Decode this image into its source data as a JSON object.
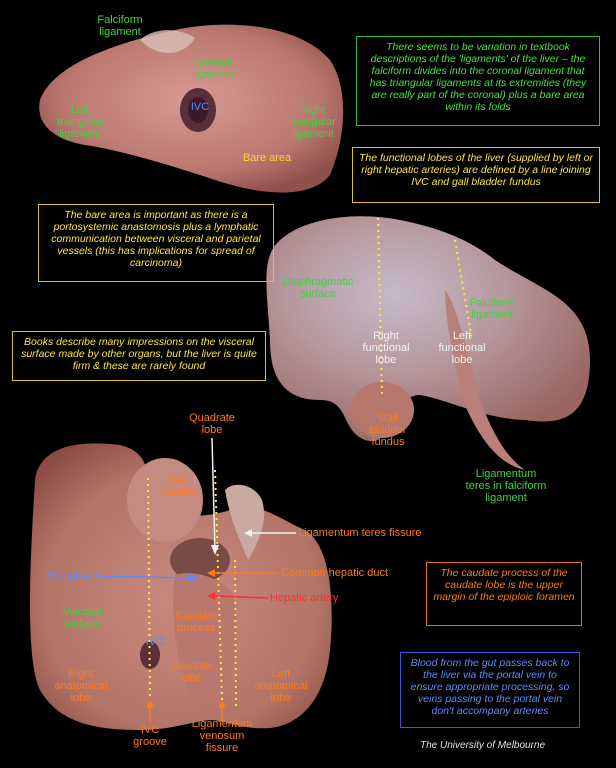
{
  "labels": {
    "falciform_top": "Falciform\nligament",
    "coronal": "Coronal\nligament",
    "ivc_top": "IVC",
    "left_triangular": "Left\ntriangular\nligament",
    "right_triangular": "Right\ntriangular\nligament",
    "bare_area": "Bare area",
    "diaphragmatic": "Diaphragmatic\nsurface",
    "right_functional": "Right\nfunctional\nlobe",
    "left_functional": "Left\nfunctional\nlobe",
    "falciform_mid": "Falciform\nligament",
    "gall_fundus": "Gall\nbladder\nfundus",
    "lig_teres_falciform": "Ligamentum\nteres in falciform\nligament",
    "quadrate": "Quadrate\nlobe",
    "gall_bladder": "Gall\nbladder",
    "lig_teres_fissure": "Ligamentum teres fissure",
    "portal_vein": "Portal vein",
    "common_hepatic": "Common hepatic duct",
    "hepatic_artery": "Hepatic artery",
    "visceral": "Visceral\nsurface",
    "caudate_process": "Caudate\nprocess",
    "ivc_bottom": "IVC",
    "caudate_lobe": "Caudate\nlobe",
    "right_anatomical": "Right\nanatomical\nlobe",
    "left_anatomical": "Left\nanatomical\nlobe",
    "ivc_groove": "IVC\ngroove",
    "lig_venosum": "Ligamentum\nvenosum\nfissure"
  },
  "notes": {
    "ligaments": "There seems to be variation in textbook descriptions of the 'ligaments' of the liver – the falciform divides into the coronal ligament that has triangular ligaments at its extremities (they are really part of the coronal) plus a bare area within its folds",
    "functional": "The functional lobes of the liver (supplied by left or right hepatic arteries) are defined by a line joining IVC and gall bladder fundus",
    "bare_area": "The bare area is important as there is a portosystemic anastomosis plus a lymphatic communication between visceral and parietal vessels (this has implications for spread of carcinoma)",
    "impressions": "Books describe many impressions on the visceral surface made by other organs, but the liver is quite firm & these are rarely found",
    "caudate": "The caudate process of the caudate lobe is the upper margin of the epiploic foramen",
    "portal": "Blood from the gut passes back to the liver via the portal vein to ensure appropriate processing, so veins passing to the portal vein don't accompany arteries"
  },
  "footer": "The University of Melbourne",
  "colors": {
    "background": "#000000",
    "green_text": "#3fd33f",
    "orange_text": "#ff7a1a",
    "blue_text": "#5b8cff",
    "yellow_text": "#ffe640",
    "liver_tissue": "#c9877f",
    "diaphragmatic_tint": "#a8aec8"
  }
}
